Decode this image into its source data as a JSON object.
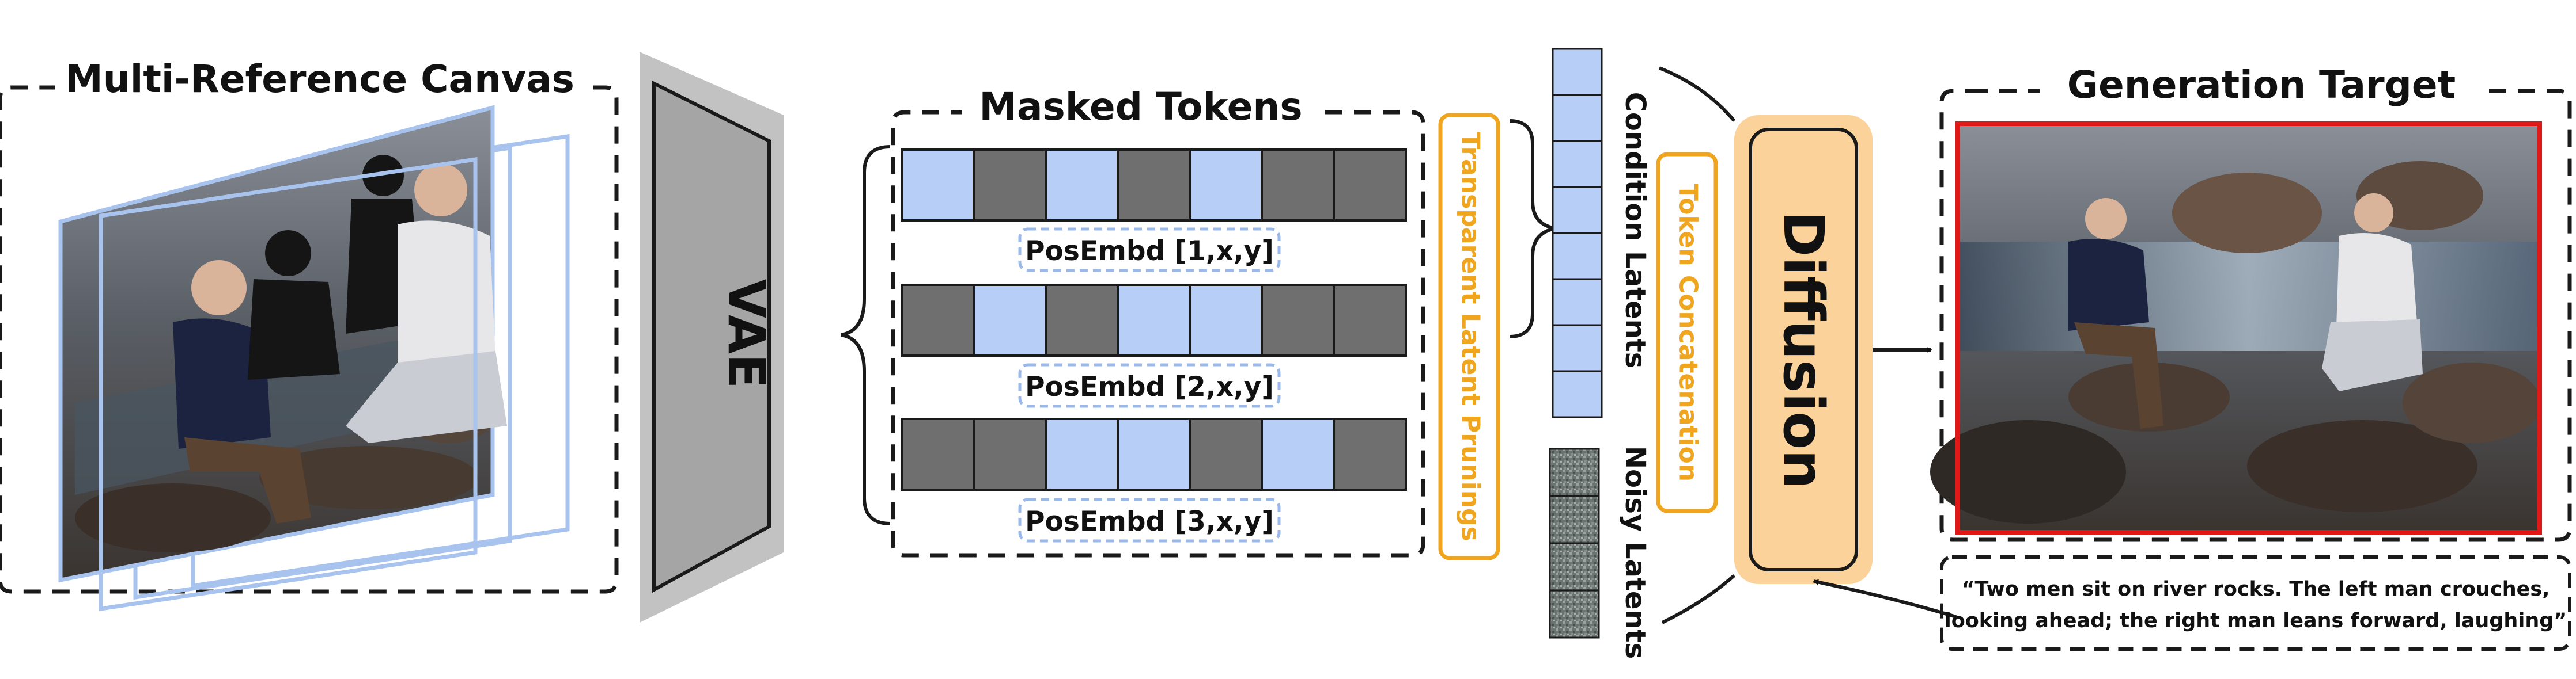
{
  "canvas": {
    "title": "Multi-Reference Canvas"
  },
  "vae": {
    "label": "VAE"
  },
  "masked_tokens": {
    "title": "Masked Tokens",
    "rows": [
      {
        "pattern": [
          1,
          0,
          1,
          0,
          1,
          0,
          0
        ],
        "posembd": "PosEmbd [1,x,y]"
      },
      {
        "pattern": [
          0,
          1,
          0,
          1,
          1,
          0,
          0
        ],
        "posembd": "PosEmbd [2,x,y]"
      },
      {
        "pattern": [
          0,
          0,
          1,
          1,
          0,
          1,
          0
        ],
        "posembd": "PosEmbd [3,x,y]"
      }
    ]
  },
  "pruning": {
    "label": "Transparent Latent Prunings"
  },
  "condition_latents": {
    "label": "Condition Latents",
    "cells": 8
  },
  "noisy_latents": {
    "label": "Noisy Latents",
    "cells": 4
  },
  "concat": {
    "label": "Token Concatenation"
  },
  "diffusion": {
    "label": "Diffusion"
  },
  "target": {
    "title": "Generation Target"
  },
  "prompt": {
    "line1": "“Two men sit on river rocks. The left man crouches,",
    "line2": "looking ahead; the right man leans forward, laughing”"
  },
  "colors": {
    "token_blue": "#b7cff7",
    "token_gray": "#6f6f6f",
    "accent_orange": "#f0a51e",
    "diffusion_fill": "#fbd39a",
    "target_border": "#e01818",
    "vae_gray": "#c2c2c2"
  }
}
